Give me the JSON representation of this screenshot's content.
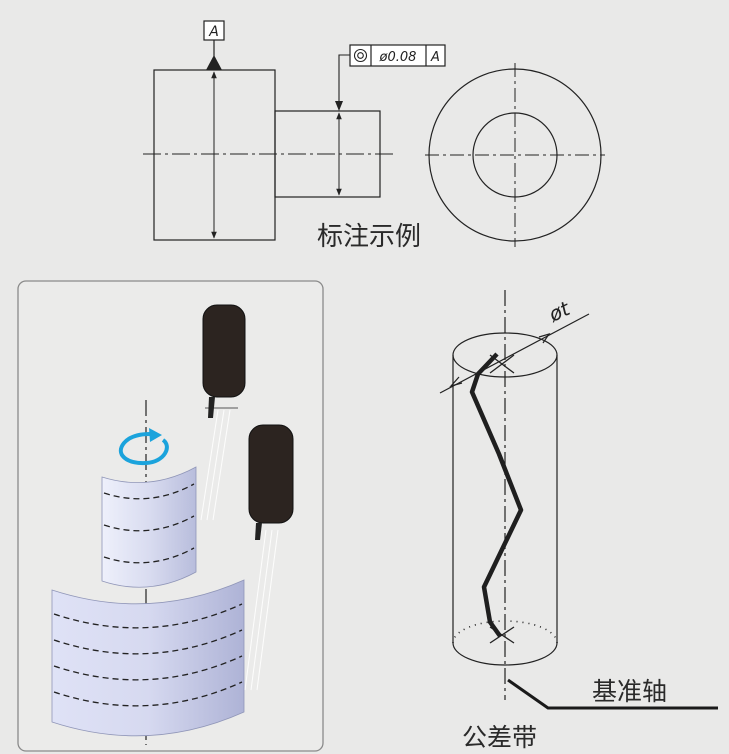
{
  "drawing": {
    "datum_label": "A",
    "fcf": {
      "symbol": "⊚",
      "tolerance": "ø0.08",
      "datum": "A"
    },
    "caption": "标注示例"
  },
  "illustration": {
    "zone_symbol": "øt",
    "label_axis": "基准轴",
    "label_zone": "公差带"
  }
}
